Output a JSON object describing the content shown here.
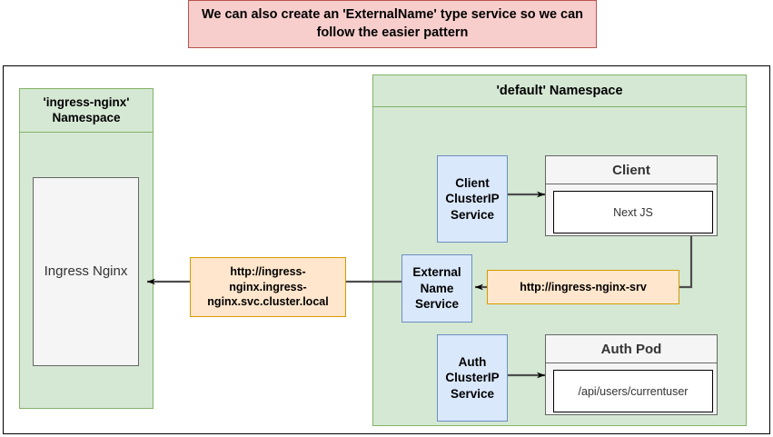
{
  "banner": {
    "text": "We can also create an 'ExternalName' type service so we can follow the easier pattern",
    "bg": "#f8cecc",
    "border": "#b85450"
  },
  "namespaces": [
    {
      "id": "ingress-nginx",
      "title": "'ingress-nginx' Namespace",
      "bg": "#d5e8d4",
      "border": "#82b366"
    },
    {
      "id": "default",
      "title": "'default' Namespace",
      "bg": "#d5e8d4",
      "border": "#82b366"
    }
  ],
  "nodes": {
    "ingress_nginx": {
      "label": "Ingress Nginx",
      "bg": "#f5f5f5",
      "border": "#666666"
    },
    "client_service": {
      "label": "Client ClusterIP Service",
      "bg": "#dae8fc",
      "border": "#6c8ebf"
    },
    "externalname_service": {
      "label": "External Name Service",
      "bg": "#dae8fc",
      "border": "#6c8ebf"
    },
    "auth_service": {
      "label": "Auth ClusterIP Service",
      "bg": "#dae8fc",
      "border": "#6c8ebf"
    },
    "client_pod": {
      "title": "Client",
      "container": "Next JS",
      "bg": "#f5f5f5",
      "border": "#666666"
    },
    "auth_pod": {
      "title": "Auth Pod",
      "container": "/api/users/currentuser",
      "bg": "#f5f5f5",
      "border": "#666666"
    }
  },
  "url_labels": {
    "ingress_fqdn": "http://ingress-nginx.ingress-nginx.svc.cluster.local",
    "ingress_srv": "http://ingress-nginx-srv",
    "bg": "#ffe6cc",
    "border": "#d79b00"
  },
  "edges": {
    "stroke": "#4d4d4d",
    "items": [
      {
        "name": "fqdn-to-ingress-nginx",
        "arrow": true
      },
      {
        "name": "externalname-to-fqdn",
        "arrow": false
      },
      {
        "name": "srv-to-externalname",
        "arrow": true
      },
      {
        "name": "client-pod-to-srv",
        "arrow": false
      },
      {
        "name": "client-service-to-client-pod",
        "arrow": true
      },
      {
        "name": "auth-service-to-auth-pod",
        "arrow": true
      }
    ]
  }
}
